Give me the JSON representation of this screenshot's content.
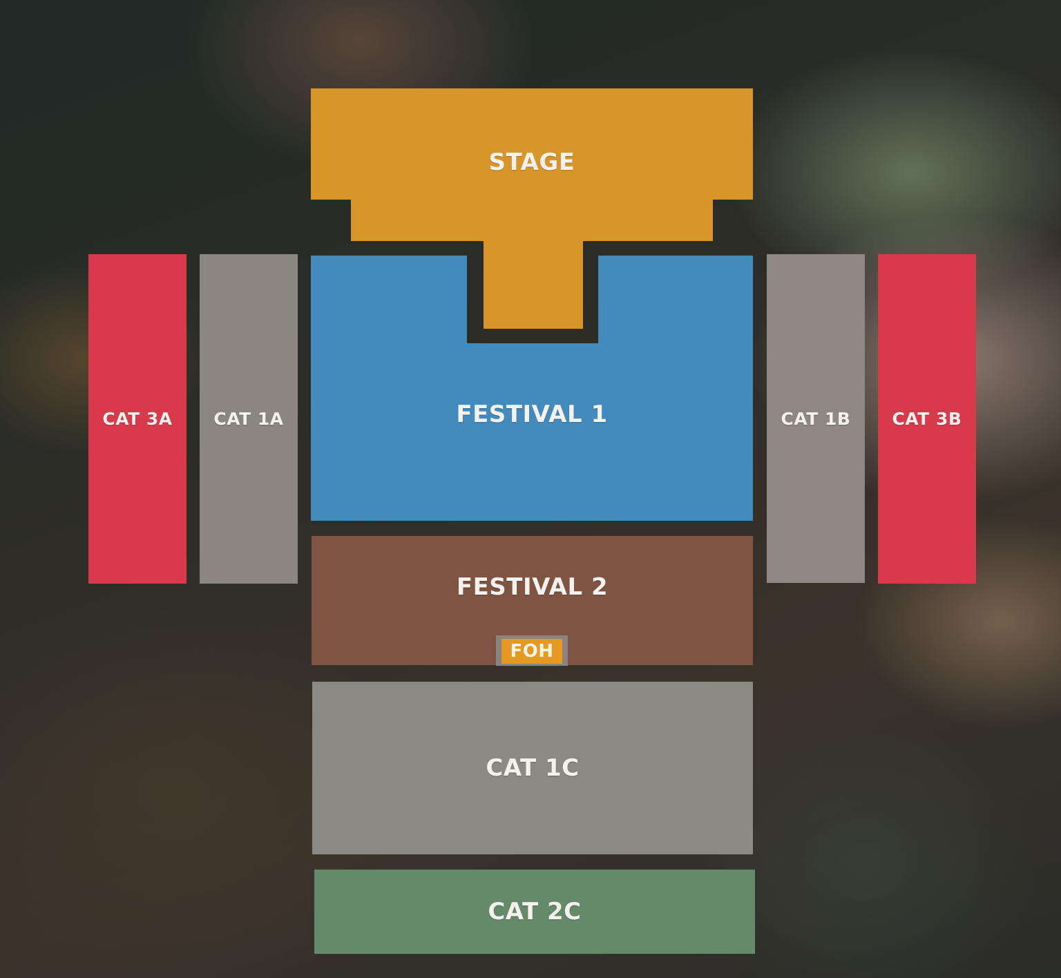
{
  "map": {
    "stage": {
      "label": "STAGE",
      "color": "#d8962a"
    },
    "festival_1": {
      "label": "FESTIVAL 1",
      "color": "#438bbd"
    },
    "festival_2": {
      "label": "FESTIVAL 2",
      "color": "#7f5443"
    },
    "foh": {
      "label": "FOH",
      "color": "#e6991f"
    },
    "cat_3a": {
      "label": "CAT 3A",
      "color": "#d93a4b"
    },
    "cat_1a": {
      "label": "CAT 1A",
      "color": "#8b8681"
    },
    "cat_1b": {
      "label": "CAT 1B",
      "color": "#8e8782"
    },
    "cat_3b": {
      "label": "CAT 3B",
      "color": "#d93a4b"
    },
    "cat_1c": {
      "label": "CAT 1C",
      "color": "#8c8883"
    },
    "cat_2c": {
      "label": "CAT 2C",
      "color": "#658a69"
    }
  }
}
